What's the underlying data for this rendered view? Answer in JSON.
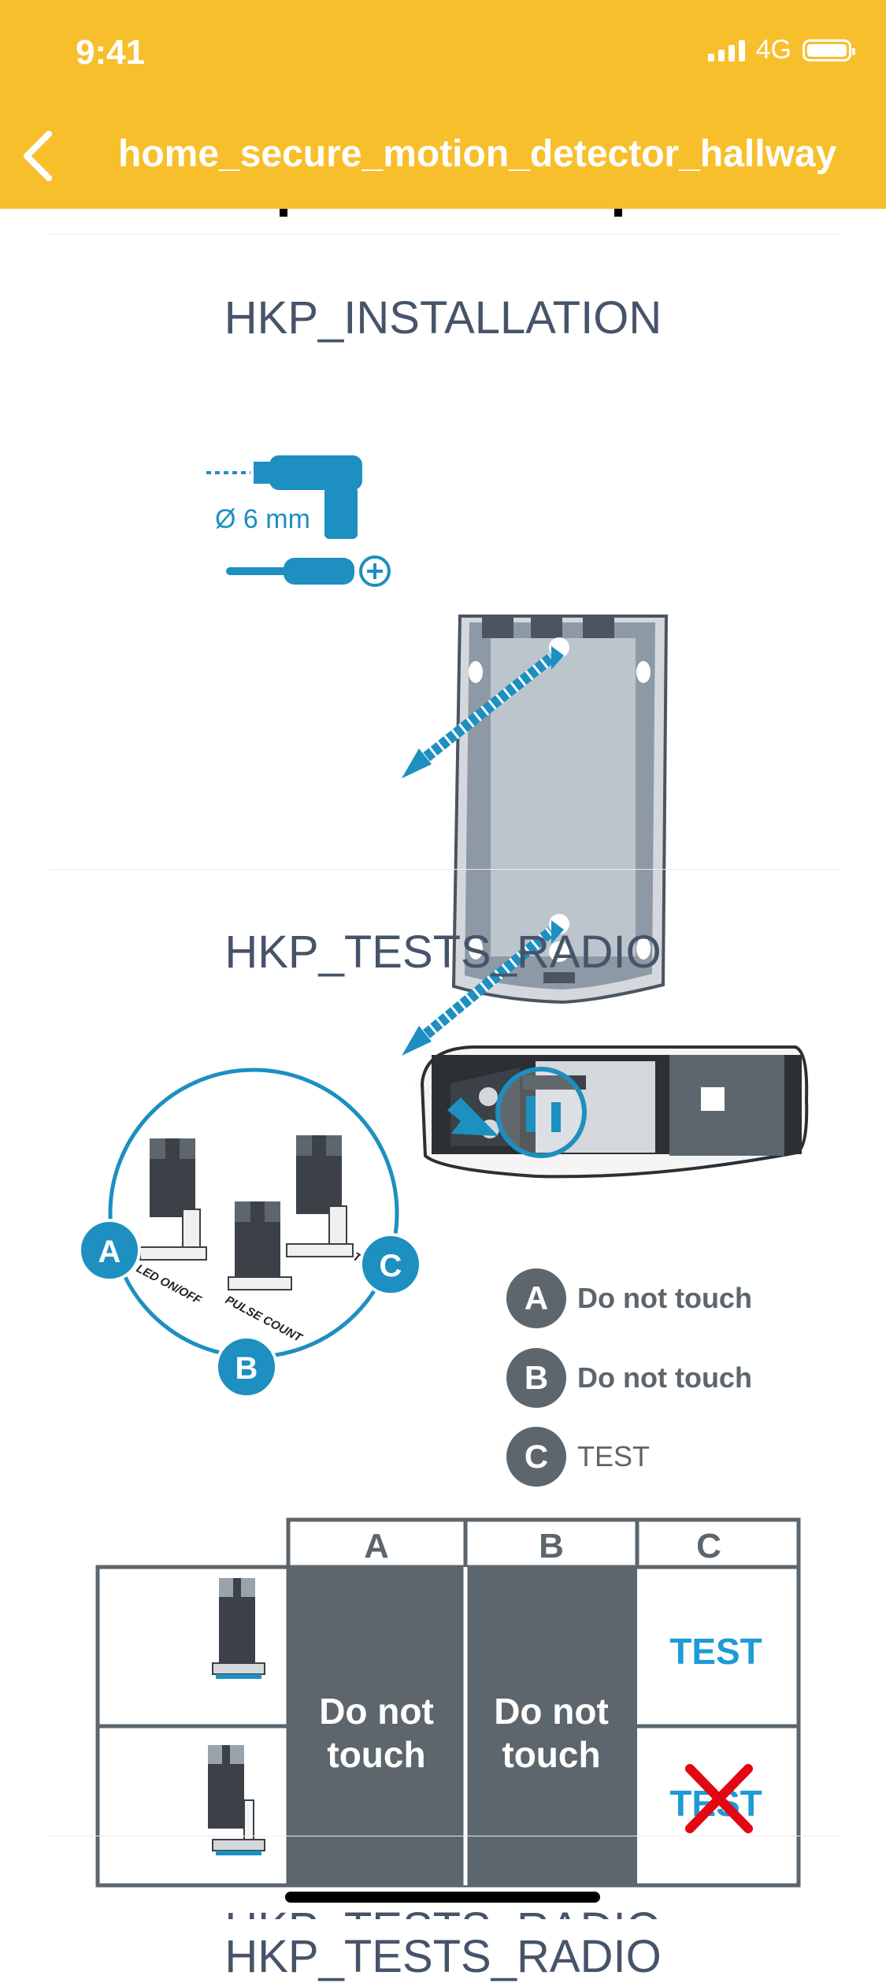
{
  "status_bar": {
    "time": "9:41",
    "network": "4G"
  },
  "header": {
    "title": "home_secure_motion_detector_hallway",
    "back_icon": "chevron-left-icon"
  },
  "colors": {
    "header_bg": "#f8bf2c",
    "accent_blue": "#1d8fc0",
    "dark_gray": "#5c666c",
    "title_text": "#46546a"
  },
  "sections": [
    {
      "title": "HKP_INSTALLATION",
      "drill_label": "Ø 6 mm"
    },
    {
      "title": "HKP_TESTS_RADIO",
      "circle_labels": {
        "a": "A",
        "b": "B",
        "c": "C"
      },
      "jumper_labels": {
        "led": "LED ON/OFF",
        "pulse": "PULSE COUNT",
        "test": "TEST"
      },
      "legend": [
        {
          "letter": "A",
          "text": "Do not touch"
        },
        {
          "letter": "B",
          "text": "Do not touch"
        },
        {
          "letter": "C",
          "text": "TEST"
        }
      ],
      "table": {
        "headers": [
          "A",
          "B",
          "C"
        ],
        "col_a": [
          "Do not",
          "touch"
        ],
        "col_b": [
          "Do not",
          "touch"
        ],
        "row1_c": "TEST",
        "row2_c": "TEST"
      }
    }
  ],
  "next_section_title": "HKP_TESTS_RADIO"
}
